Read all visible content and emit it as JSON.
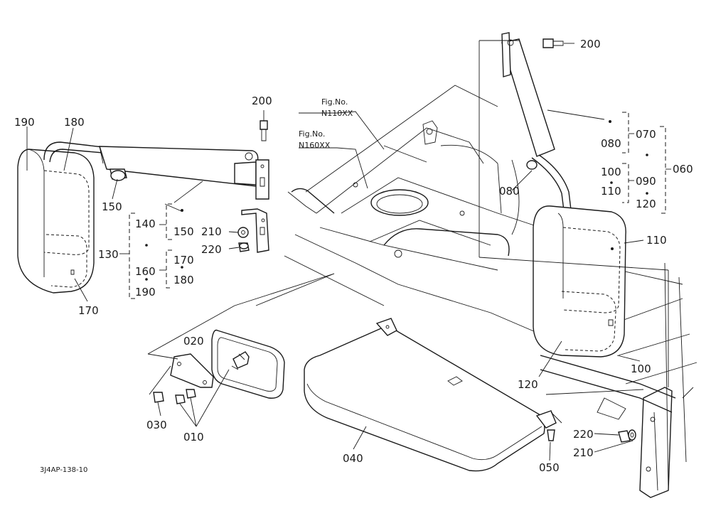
{
  "document_id": "3J4AP-138-10",
  "figure_refs": [
    {
      "line1": "Fig.No.",
      "line2": "N110XX"
    },
    {
      "line1": "Fig.No.",
      "line2": "N160XX"
    }
  ],
  "part_labels": {
    "p190": "190",
    "p180": "180",
    "p150a": "150",
    "p200a": "200",
    "p140": "140",
    "p150b": "150",
    "p130": "130",
    "p160": "160",
    "p170a": "170",
    "p180b": "180",
    "p190b": "190",
    "p170b": "170",
    "p210a": "210",
    "p220a": "220",
    "p020": "020",
    "p030": "030",
    "p010": "010",
    "p040": "040",
    "p050": "050",
    "p200b": "200",
    "p080a": "080",
    "p070": "070",
    "p060": "060",
    "p100a": "100",
    "p090": "090",
    "p110a": "110",
    "p120a": "120",
    "p080b": "080",
    "p110b": "110",
    "p120b": "120",
    "p100b": "100",
    "p220b": "220",
    "p210b": "210"
  }
}
